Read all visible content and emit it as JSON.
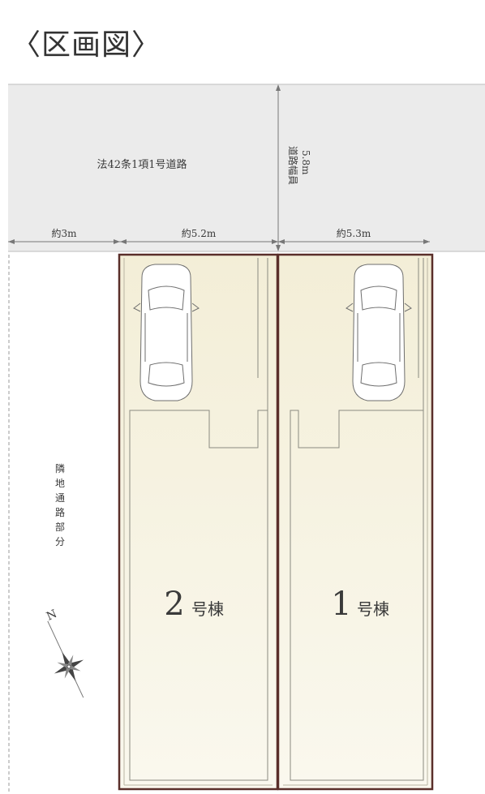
{
  "title": "〈区画図〉",
  "road": {
    "name": "法42条1項1号道路",
    "width_label_line1": "道路幅員",
    "width_label_line2": "5.8m"
  },
  "dimensions": {
    "left_gap": "約3m",
    "lot2_width": "約5.2m",
    "lot1_width": "約5.3m"
  },
  "side_road_label": [
    "隣",
    "地",
    "通",
    "路",
    "部",
    "分"
  ],
  "lots": [
    {
      "id": "lot-2",
      "number": "2",
      "suffix": "号棟"
    },
    {
      "id": "lot-1",
      "number": "1",
      "suffix": "号棟"
    }
  ],
  "compass": {
    "north_label": "N"
  },
  "colors": {
    "road_fill": "#ebebeb",
    "lot_fill": "#f6f3e2",
    "lot_border": "#5a2f2a",
    "line": "#777777"
  }
}
